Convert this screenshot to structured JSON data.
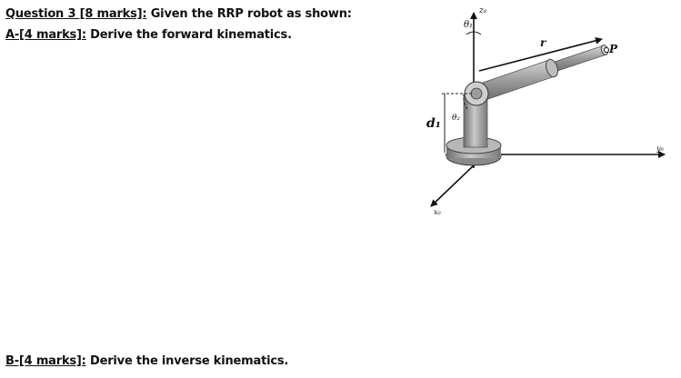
{
  "question": {
    "line1_prefix": "Question 3 [8 marks]:",
    "line1_rest": " Given the RRP robot as shown:",
    "partA_prefix": "A-[4 marks]:",
    "partA_rest": " Derive the forward kinematics.",
    "partB_prefix": "B-[4 marks]:",
    "partB_rest": " Derive the inverse kinematics."
  },
  "figure": {
    "theta1": "θ₁",
    "z0": "z₀",
    "theta2": "θ₂",
    "d1": "d₁",
    "r": "r",
    "p": "P",
    "x0": "x₀",
    "y0": "y₀"
  }
}
